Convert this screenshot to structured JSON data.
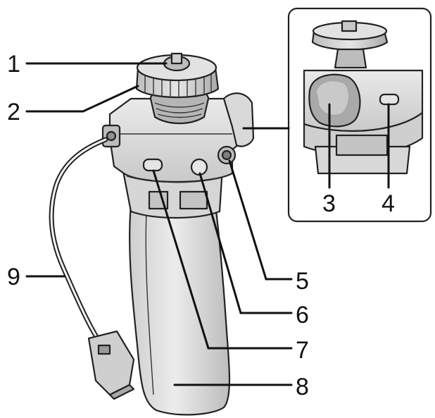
{
  "figure": {
    "callouts": [
      {
        "id": "1",
        "label": "1"
      },
      {
        "id": "2",
        "label": "2"
      },
      {
        "id": "3",
        "label": "3"
      },
      {
        "id": "4",
        "label": "4"
      },
      {
        "id": "5",
        "label": "5"
      },
      {
        "id": "6",
        "label": "6"
      },
      {
        "id": "7",
        "label": "7"
      },
      {
        "id": "8",
        "label": "8"
      },
      {
        "id": "9",
        "label": "9"
      }
    ],
    "colors": {
      "body_light": "#e8e8e8",
      "body_mid": "#d3d3d3",
      "body_dark": "#b8b8b8",
      "shadow": "#9a9a9a",
      "outline": "#222222",
      "background": "#ffffff"
    }
  }
}
